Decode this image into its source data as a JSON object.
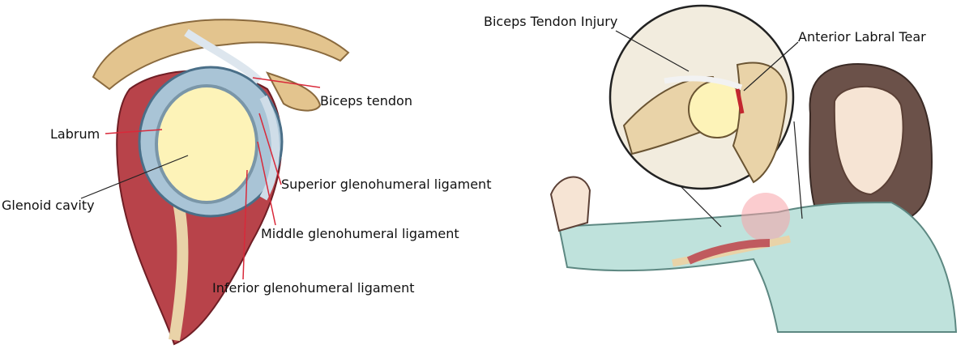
{
  "left_figure": {
    "labels": {
      "biceps_tendon": "Biceps tendon",
      "labrum": "Labrum",
      "glenoid_cavity": "Glenoid cavity",
      "superior_ligament": "Superior glenohumeral ligament",
      "middle_ligament": "Middle glenohumeral ligament",
      "inferior_ligament": "Inferior glenohumeral ligament"
    }
  },
  "right_figure": {
    "labels": {
      "biceps_injury": "Biceps Tendon Injury",
      "labral_tear": "Anterior Labral Tear"
    }
  },
  "colors": {
    "leader_line": "#d9293a",
    "muscle": "#b8434a",
    "cartilage": "#fdf3b8",
    "labrum": "#a9c4d6",
    "bone": "#e9d3a8",
    "shirt": "#bfe2dc"
  }
}
